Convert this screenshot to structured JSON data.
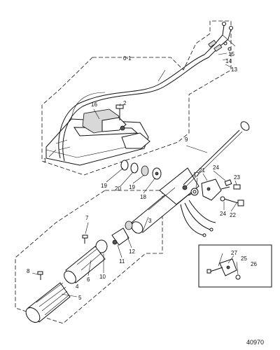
{
  "figure": {
    "reference_number": "40970",
    "callouts": {
      "c1": "1",
      "c2": "2",
      "c3": "3",
      "c4": "4",
      "c5": "5",
      "c6": "6",
      "c7": "7",
      "c8": "8",
      "c9": "9",
      "c10": "10",
      "c11": "11",
      "c12": "12",
      "c13": "13",
      "c14": "14",
      "c15": "15",
      "c16": "16",
      "c17": "17",
      "c18": "18",
      "c19a": "19",
      "c19b": "19",
      "c20": "20",
      "c21": "21",
      "c22": "22",
      "c23": "23",
      "c24a": "24",
      "c24b": "24",
      "c25": "25",
      "c26": "26",
      "c27": "27",
      "c01": "0-1"
    }
  }
}
